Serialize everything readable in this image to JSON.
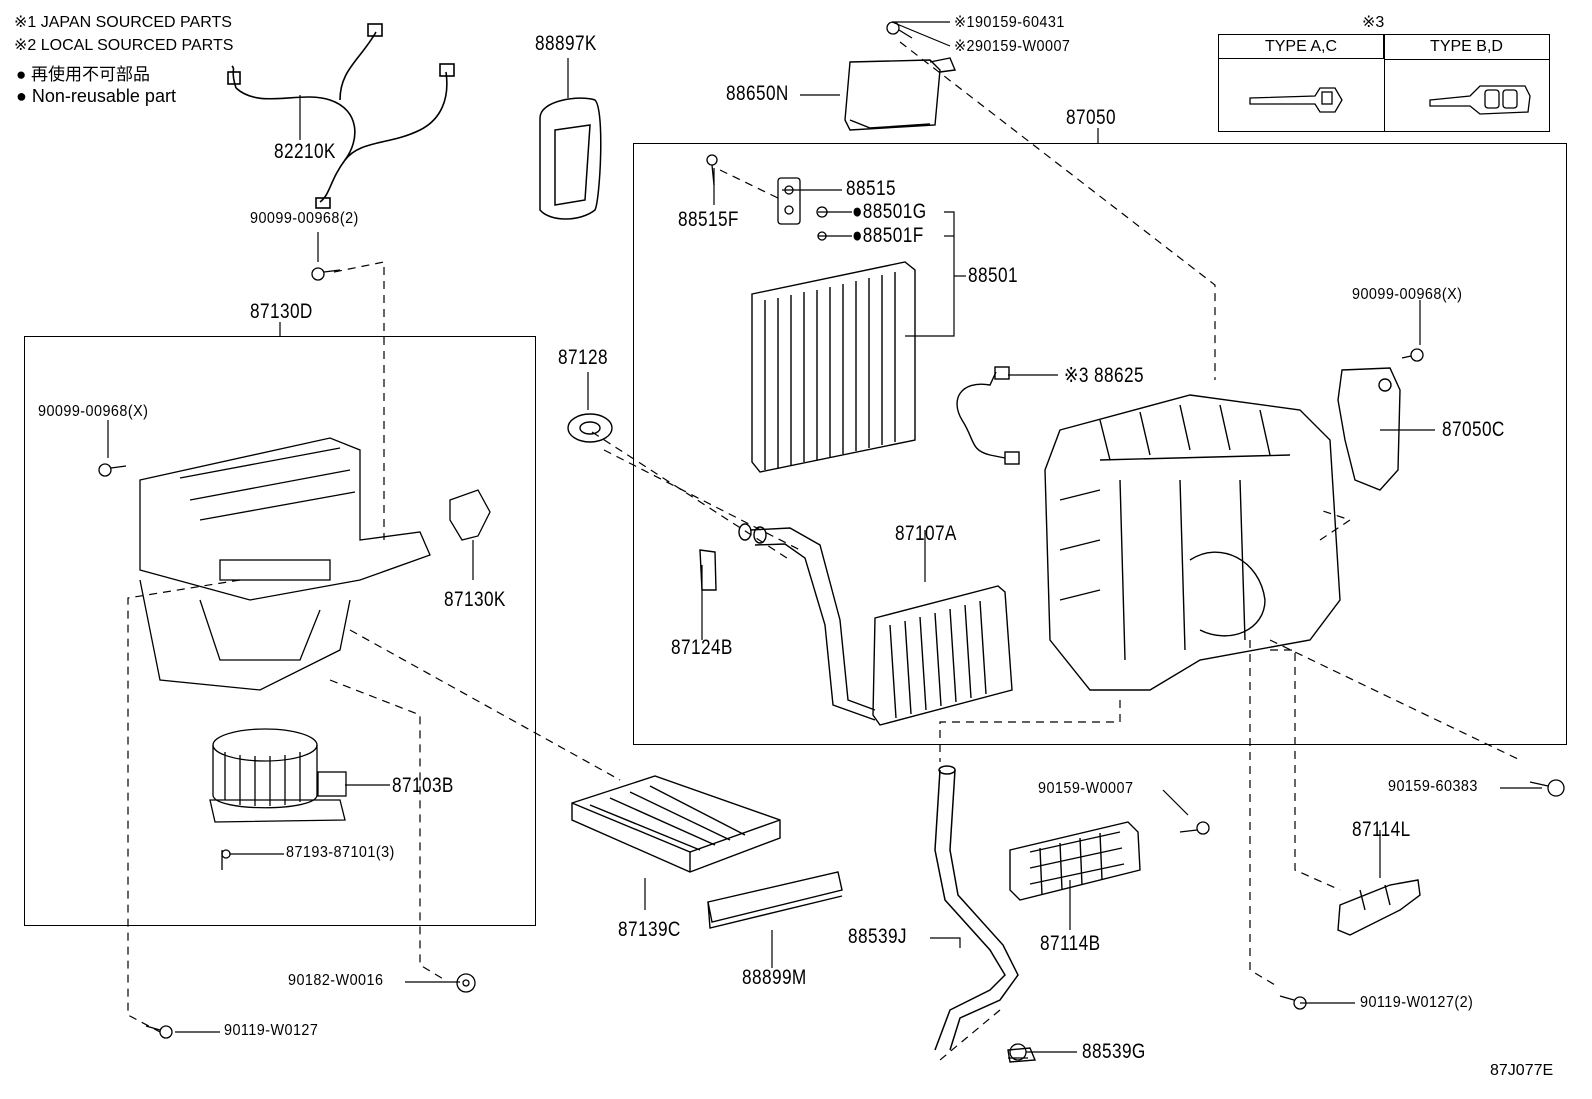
{
  "notes": {
    "n1": "※1 JAPAN SOURCED PARTS",
    "n2": "※2 LOCAL SOURCED PARTS",
    "n3": "● 再使用不可部品",
    "n4": "● Non-reusable part"
  },
  "table": {
    "mark": "※3",
    "col1": "TYPE A,C",
    "col2": "TYPE B,D"
  },
  "parts": {
    "p82210K": "82210K",
    "p90099_00968_2": "90099-00968(2)",
    "p87130D": "87130D",
    "p90099_00968_X_left": "90099-00968(X)",
    "p87130K": "87130K",
    "p87103B": "87103B",
    "p87193_87101_3": "87193-87101(3)",
    "p90182_W0016": "90182-W0016",
    "p90119_W0127": "90119-W0127",
    "p88897K": "88897K",
    "p88650N": "88650N",
    "p1_90159_60431": "※190159-60431",
    "p2_90159_W0007": "※290159-W0007",
    "p87050": "87050",
    "p88515": "88515",
    "p88515F": "88515F",
    "p88501G": "●88501G",
    "p88501F": "●88501F",
    "p88501": "88501",
    "p3_88625": "※3 88625",
    "p87128": "87128",
    "p87107A": "87107A",
    "p87124B": "87124B",
    "p90099_00968_X_right": "90099-00968(X)",
    "p87050C": "87050C",
    "p90159_60383": "90159-60383",
    "p87114L": "87114L",
    "p90159_W0007": "90159-W0007",
    "p87114B": "87114B",
    "p88539J": "88539J",
    "p88539G": "88539G",
    "p87139C": "87139C",
    "p88899M": "88899M",
    "p90119_W0127_2": "90119-W0127(2)",
    "figure_code": "87J077E"
  }
}
